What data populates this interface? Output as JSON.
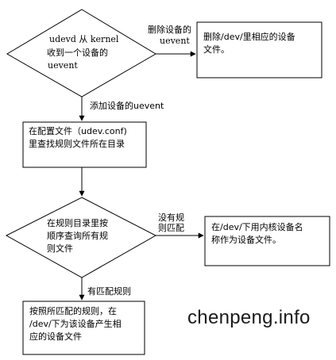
{
  "diagram": {
    "decision_receive": {
      "line1": "udevd 从 kernel",
      "line2": "收到一个设备的",
      "line3": "uevent"
    },
    "edge_remove": {
      "line1": "删除设备的",
      "line2": "uevent"
    },
    "box_remove": {
      "line1": "删除/dev/里相应的设备",
      "line2": "文件。"
    },
    "edge_add": {
      "text": "添加设备的uevent"
    },
    "box_config": {
      "line1": "在配置文件（udev.conf)",
      "line2": "里查找规则文件所在目录"
    },
    "decision_rules": {
      "line1": "在规则目录里按",
      "line2": "顺序查询所有规",
      "line3": "则文件"
    },
    "edge_no_match": {
      "line1": "没有规",
      "line2": "则匹配"
    },
    "box_kernel_name": {
      "line1": "在/dev/下用内核设备名",
      "line2": "称作为设备文件。"
    },
    "edge_match": {
      "text": "有匹配规则"
    },
    "box_rule_create": {
      "line1": "按照所匹配的规则，在",
      "line2": "/dev/下为该设备产生相",
      "line3": "应的设备文件"
    }
  },
  "watermark": "chenpeng.info",
  "colors": {
    "stroke": "#000000",
    "background": "#ffffff",
    "text": "#000000"
  }
}
